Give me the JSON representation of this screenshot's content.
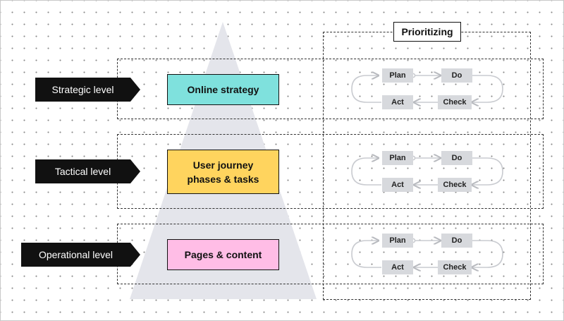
{
  "prioritizing": {
    "title": "Prioritizing"
  },
  "levels": [
    {
      "tag": "Strategic level",
      "box": "Online strategy",
      "box_color": "#7fe1dd"
    },
    {
      "tag": "Tactical level",
      "box": "User journey\nphases & tasks",
      "box_color": "#ffd45e"
    },
    {
      "tag": "Operational level",
      "box": "Pages & content",
      "box_color": "#ffbde6"
    }
  ],
  "pdca": [
    {
      "plan": "Plan",
      "do": "Do",
      "check": "Check",
      "act": "Act"
    },
    {
      "plan": "Plan",
      "do": "Do",
      "check": "Check",
      "act": "Act"
    },
    {
      "plan": "Plan",
      "do": "Do",
      "check": "Check",
      "act": "Act"
    }
  ],
  "colors": {
    "triangle": "#e4e5eb",
    "pdca_node": "#d7d9dd",
    "tag_bg": "#111111"
  }
}
